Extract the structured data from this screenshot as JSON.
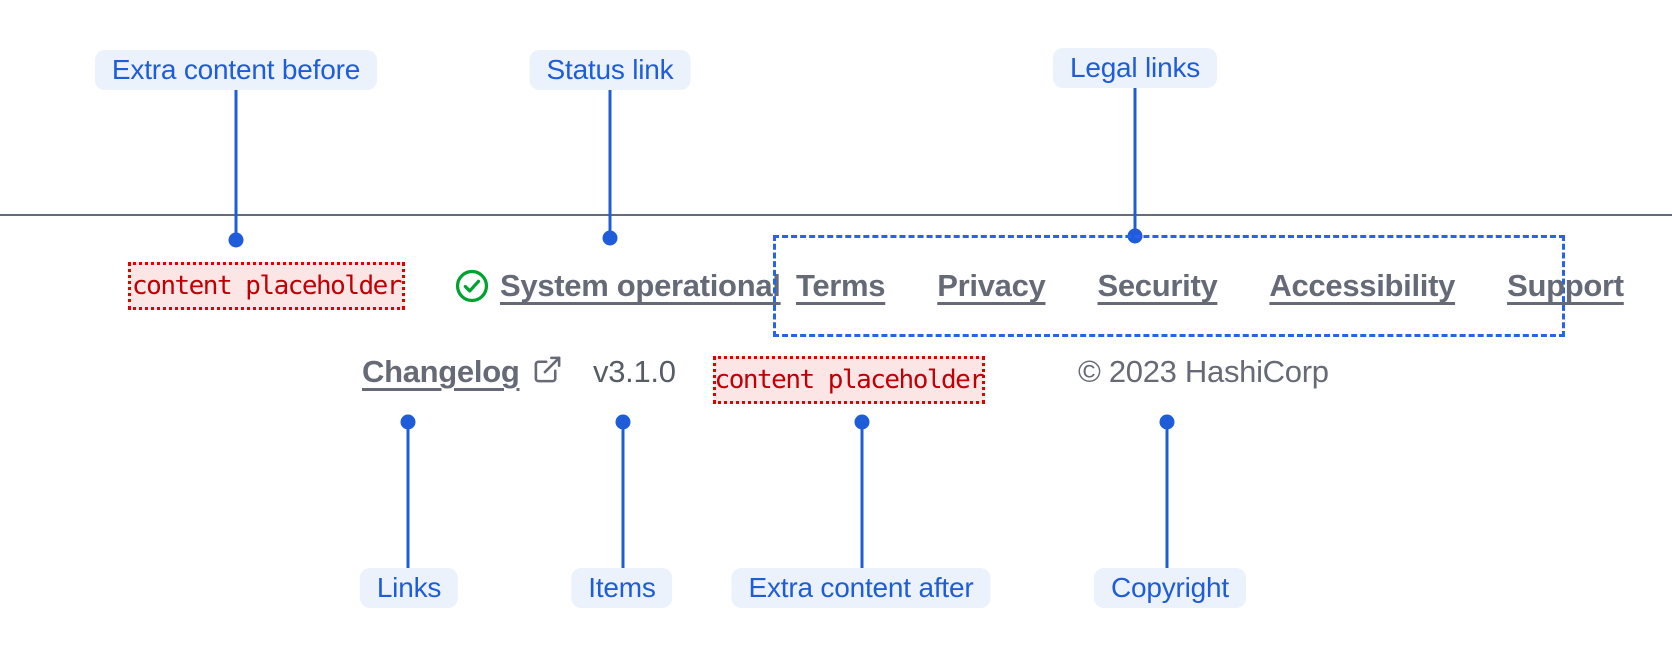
{
  "diagram": {
    "description": "Footer component anatomy",
    "annotations": {
      "top": [
        {
          "id": "extra-content-before",
          "label": "Extra content before"
        },
        {
          "id": "status-link",
          "label": "Status link"
        },
        {
          "id": "legal-links",
          "label": "Legal links"
        }
      ],
      "bottom": [
        {
          "id": "links",
          "label": "Links"
        },
        {
          "id": "items",
          "label": "Items"
        },
        {
          "id": "extra-content-after",
          "label": "Extra content after"
        },
        {
          "id": "copyright",
          "label": "Copyright"
        }
      ]
    }
  },
  "footer": {
    "extra_content_before": {
      "text": "content placeholder"
    },
    "status_link": {
      "label": "System operational",
      "icon": "check-circle-icon"
    },
    "legal_links": {
      "items": [
        "Terms",
        "Privacy",
        "Security",
        "Accessibility",
        "Support"
      ]
    },
    "links": {
      "changelog_label": "Changelog",
      "icon": "external-link-icon"
    },
    "items": {
      "version": "v3.1.0"
    },
    "extra_content_after": {
      "text": "content placeholder"
    },
    "copyright": {
      "text": "© 2023 HashiCorp"
    }
  },
  "colors": {
    "annotation_blue": "#1e5cd9",
    "annotation_pill_bg": "#ebf2fc",
    "legal_dashed_border": "#2563eb",
    "placeholder_text": "#c00005",
    "placeholder_border": "#e40000",
    "placeholder_bg": "#fce5e5",
    "footer_text_gray": "#656a76",
    "version_gray": "#575d66",
    "success_green": "#00a32e",
    "divider_gray": "#666b78"
  }
}
